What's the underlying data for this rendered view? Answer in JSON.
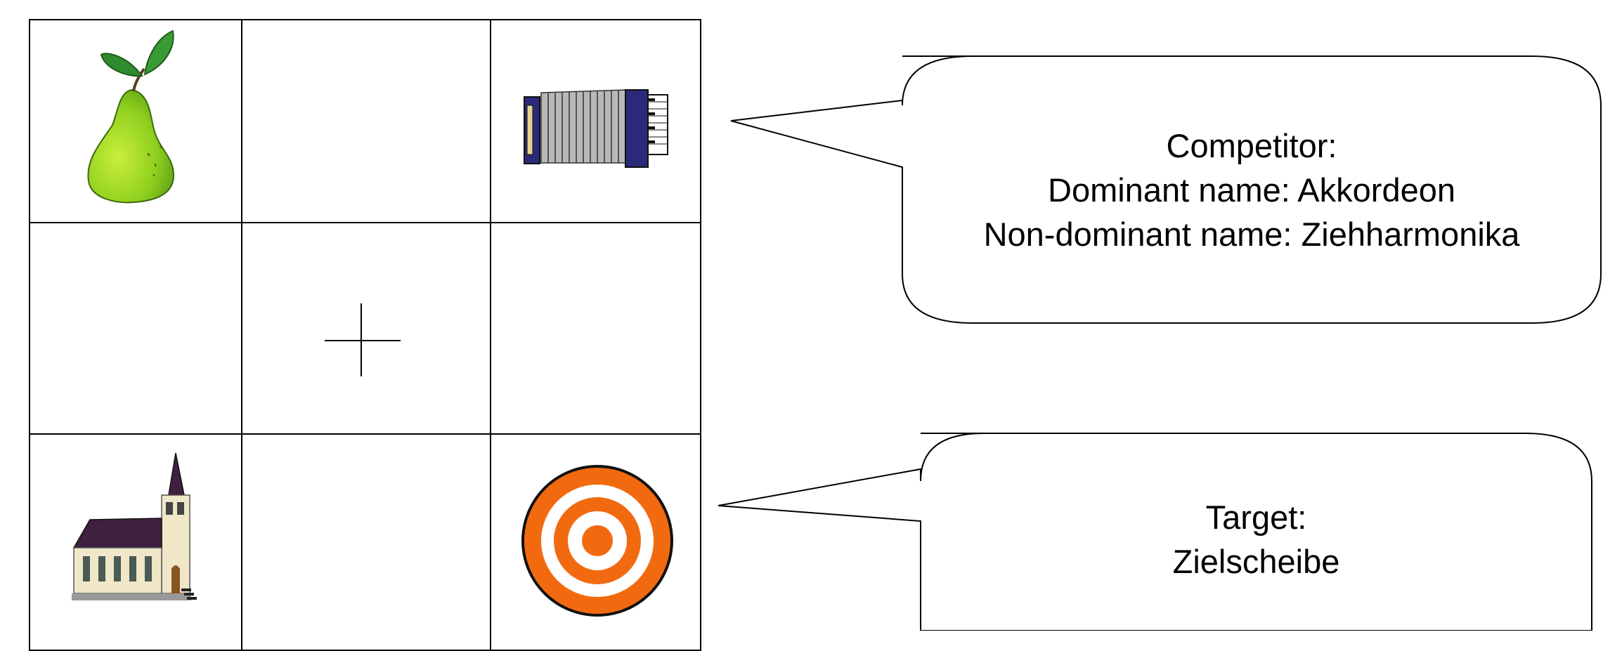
{
  "grid": {
    "cells": [
      {
        "row": 1,
        "col": 1,
        "icon": "pear-icon"
      },
      {
        "row": 1,
        "col": 3,
        "icon": "accordion-icon"
      },
      {
        "row": 2,
        "col": 2,
        "icon": "fixation-cross-icon"
      },
      {
        "row": 3,
        "col": 1,
        "icon": "church-icon"
      },
      {
        "row": 3,
        "col": 3,
        "icon": "target-icon"
      }
    ]
  },
  "callouts": {
    "competitor": {
      "line1": "Competitor:",
      "line2": "Dominant name: Akkordeon",
      "line3": "Non-dominant name: Ziehharmonika"
    },
    "target": {
      "line1": "Target:",
      "line2": "Zielscheibe"
    }
  },
  "colors": {
    "pear": "#9bd21e",
    "leaf": "#2e8b2e",
    "target_orange": "#f26a10",
    "accordion_body": "#2b2a7a",
    "church_roof": "#3f2040"
  }
}
